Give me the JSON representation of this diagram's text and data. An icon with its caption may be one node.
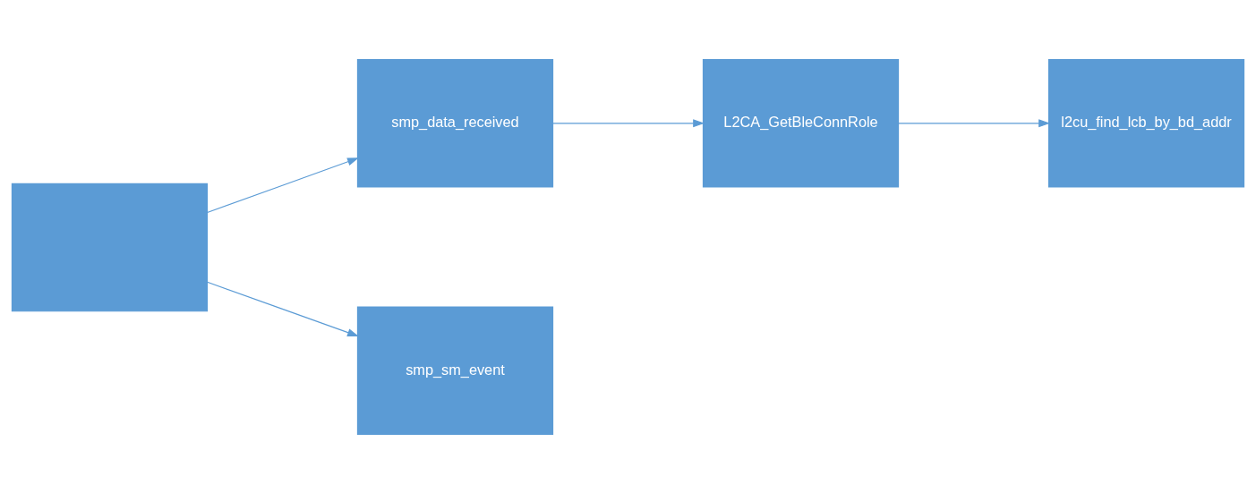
{
  "diagram": {
    "nodes": [
      {
        "text": [],
        "shape": "box"
      },
      {
        "text": [
          "smp_data_received"
        ]
      },
      {
        "text": [
          "L2CA_GetBleConnRole"
        ]
      },
      {
        "text": [
          "l2cu_find_lcb_by_bd_addr"
        ]
      },
      {
        "text": [
          "smp_sm_event"
        ]
      }
    ],
    "edges": [
      {
        "from": 0,
        "to": 1,
        "arrow": "to"
      },
      {
        "from": 0,
        "to": 4,
        "arrow": "to"
      },
      {
        "from": 1,
        "to": 2,
        "arrow": "to"
      },
      {
        "from": 2,
        "to": 3,
        "arrow": "to"
      }
    ]
  }
}
